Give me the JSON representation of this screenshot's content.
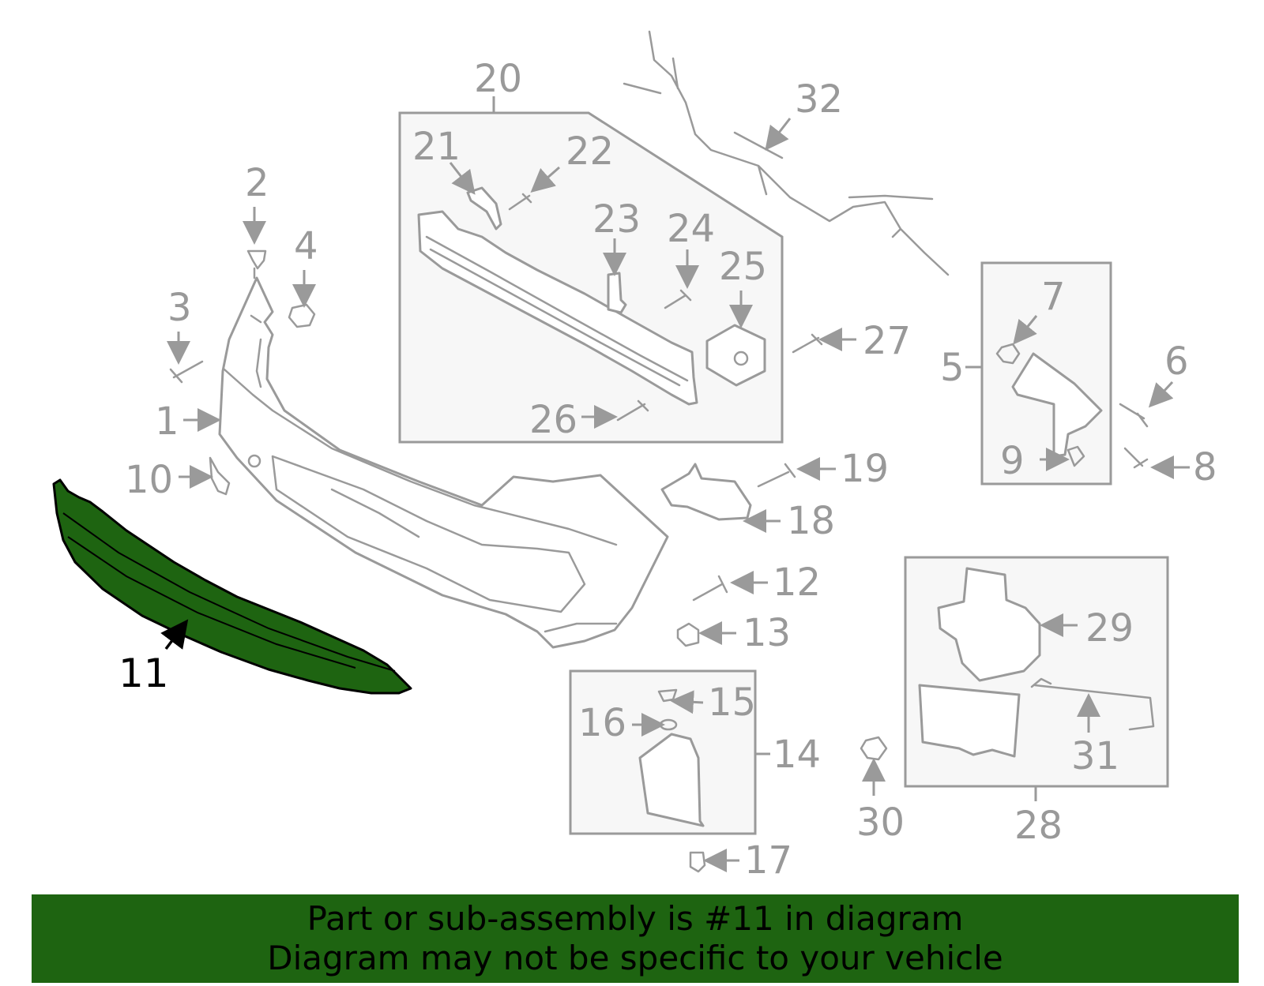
{
  "diagram": {
    "highlight_color": "#1e6411",
    "label_color": "#999999",
    "callouts": {
      "c1": "1",
      "c2": "2",
      "c3": "3",
      "c4": "4",
      "c5": "5",
      "c6": "6",
      "c7": "7",
      "c8": "8",
      "c9": "9",
      "c10": "10",
      "c11": "11",
      "c12": "12",
      "c13": "13",
      "c14": "14",
      "c15": "15",
      "c16": "16",
      "c17": "17",
      "c18": "18",
      "c19": "19",
      "c20": "20",
      "c21": "21",
      "c22": "22",
      "c23": "23",
      "c24": "24",
      "c25": "25",
      "c26": "26",
      "c27": "27",
      "c28": "28",
      "c29": "29",
      "c30": "30",
      "c31": "31",
      "c32": "32"
    }
  },
  "banner": {
    "line1": "Part or sub-assembly is #11 in diagram",
    "line2": "Diagram may not be specific to your vehicle",
    "background": "#1e6411"
  }
}
